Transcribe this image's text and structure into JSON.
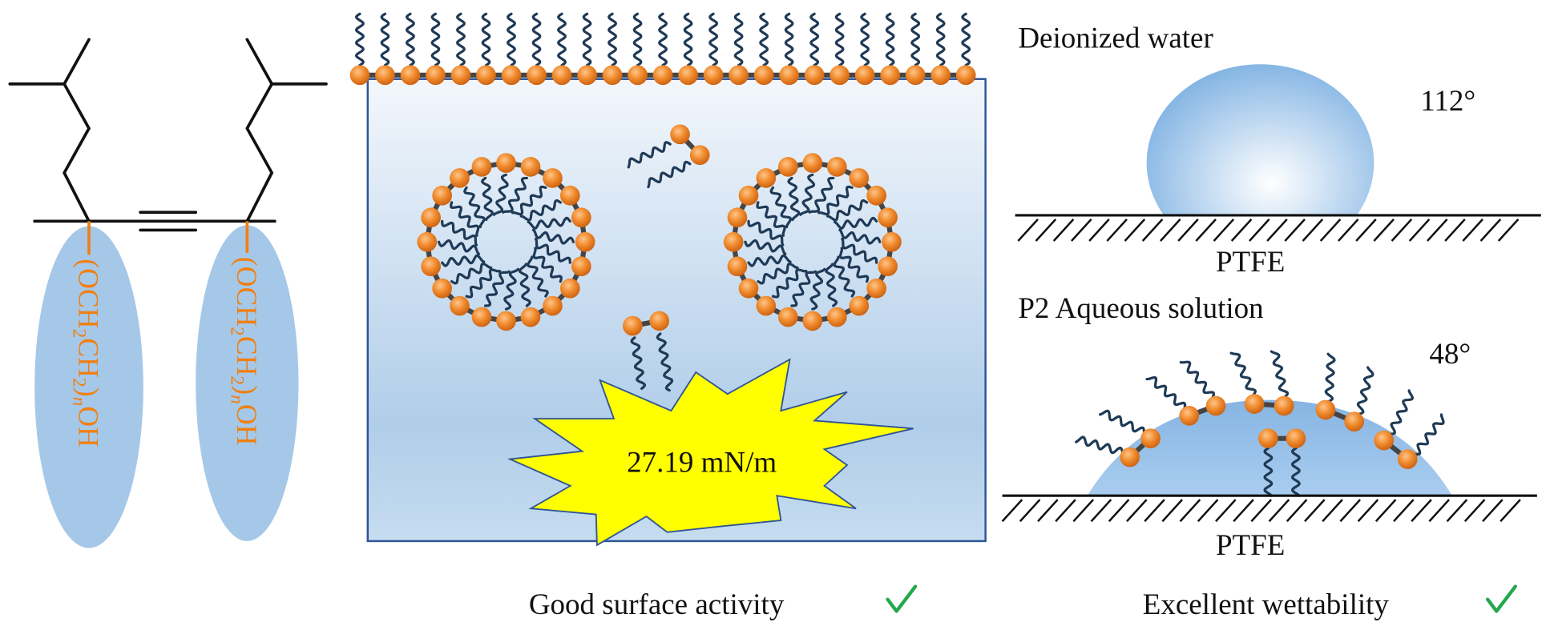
{
  "molecule": {
    "peg_label_parts": [
      "(OCH",
      "2",
      "CH",
      "2",
      ")",
      "n",
      "OH"
    ],
    "colors": {
      "peg": "#f07f12",
      "ellipse": "#a6c8e8",
      "skeleton": "#111111"
    }
  },
  "solution_panel": {
    "surface_tension": "27.19 mN/m",
    "caption": "Good surface activity",
    "check_icon": "checkmark-icon",
    "colors": {
      "burst": "#ffff00",
      "head": "#ef8a2a",
      "tail": "#1f3a56",
      "box_border": "#2f5597"
    }
  },
  "wetting_panel": {
    "water": {
      "title": "Deionized water",
      "angle": "112°",
      "substrate": "PTFE"
    },
    "solution": {
      "title": "P2 Aqueous solution",
      "angle": "48°",
      "substrate": "PTFE"
    },
    "caption": "Excellent wettability",
    "check_icon": "checkmark-icon",
    "colors": {
      "check": "#22a84a"
    }
  }
}
